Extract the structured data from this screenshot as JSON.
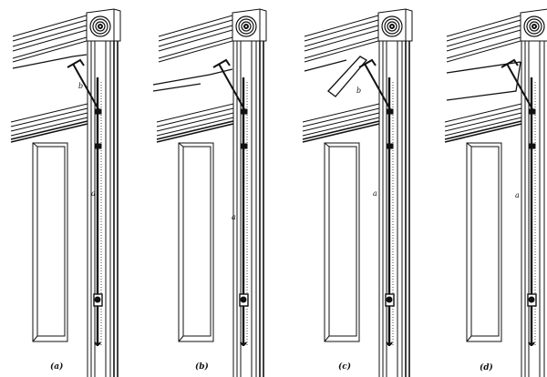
{
  "figure": {
    "panels": [
      {
        "caption": "(a)",
        "transom": "open-inward-low",
        "rod_label": "a",
        "arm_label": "b"
      },
      {
        "caption": "(b)",
        "transom": "open-outward",
        "rod_label": "a",
        "arm_label": ""
      },
      {
        "caption": "(c)",
        "transom": "open-inward-high",
        "rod_label": "a",
        "arm_label": "b"
      },
      {
        "caption": "(d)",
        "transom": "nearly-closed",
        "rod_label": "a",
        "arm_label": ""
      }
    ],
    "ink_color": "#111111",
    "paper_color": "#ffffff"
  }
}
